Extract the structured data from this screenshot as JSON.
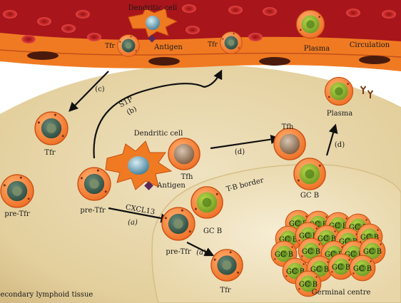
{
  "labels": {
    "dendritic_cell_top": "Dendritic cell",
    "tfr_top_left": "Tfr",
    "antigen_top": "Antigen",
    "tfr_top_mid": "Tfr",
    "plasma_top": "Plasma",
    "circulation": "Circulation",
    "plasma_right": "Plasma",
    "step_c": "(c)",
    "s1p": "S1P",
    "step_b": "(b)",
    "tfr_left": "Tfr",
    "dendritic_cell_mid": "Dendritic cell",
    "tfh_mid": "Tfh",
    "antigen_mid": "Antigen",
    "tfh_right": "Tfh",
    "step_d_mid": "(d)",
    "step_d_right": "(d)",
    "tb_border": "T-B border",
    "gc_b_right": "GC B",
    "pre_tfr_left": "pre-Tfr",
    "pre_tfr_mid": "pre-Tfr",
    "cxcl13": "CXCL13",
    "step_a_top": "(a)",
    "gc_b_mid": "GC B",
    "pre_tfr_gc": "pre-Tfr",
    "step_a_bottom": "(a)",
    "tfr_bottom": "Tfr",
    "germinal_centre": "Germinal centre",
    "secondary_lymphoid_tissue": "Secondary lymphoid tissue"
  },
  "gc_cluster_labels": [
    "GC B",
    "GC B",
    "GC B",
    "GC B",
    "GC B",
    "GC B",
    "GC B",
    "GC B",
    "GC B",
    "GC B",
    "GC B",
    "GC B",
    "GC B",
    "GC B",
    "GC B",
    "GC B",
    "GC B",
    "GC B",
    "GC B"
  ]
}
